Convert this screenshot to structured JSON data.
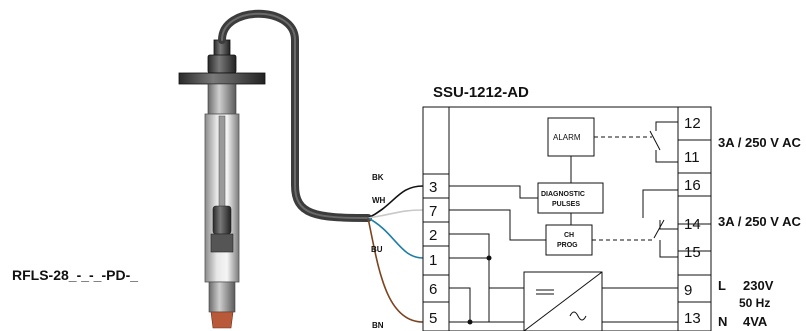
{
  "model": "SSU-1212-AD",
  "sensor_label": "RFLS-28_-_-_-PD-_",
  "wire_labels": {
    "bk": "BK",
    "wh": "WH",
    "bu": "BU",
    "bn": "BN"
  },
  "wire_colors": {
    "bk": "#111111",
    "wh": "#c8c8c8",
    "bu": "#1f7ea6",
    "bn": "#7a4420"
  },
  "terminals_left": [
    "3",
    "7",
    "2",
    "1",
    "6",
    "5"
  ],
  "terminals_right": [
    "12",
    "11",
    "16",
    "14",
    "15",
    "9",
    "13"
  ],
  "blocks": {
    "alarm": "ALARM",
    "diagnostic_line1": "DIAGNOSTIC",
    "diagnostic_line2": "PULSES",
    "chprog_line1": "CH",
    "chprog_line2": "PROG"
  },
  "relay1_rating": "3A / 250 V AC",
  "relay2_rating": "3A / 250 V AC",
  "power": {
    "l": "L",
    "n": "N",
    "voltage": "230V",
    "frequency": "50 Hz",
    "power": "4VA"
  }
}
